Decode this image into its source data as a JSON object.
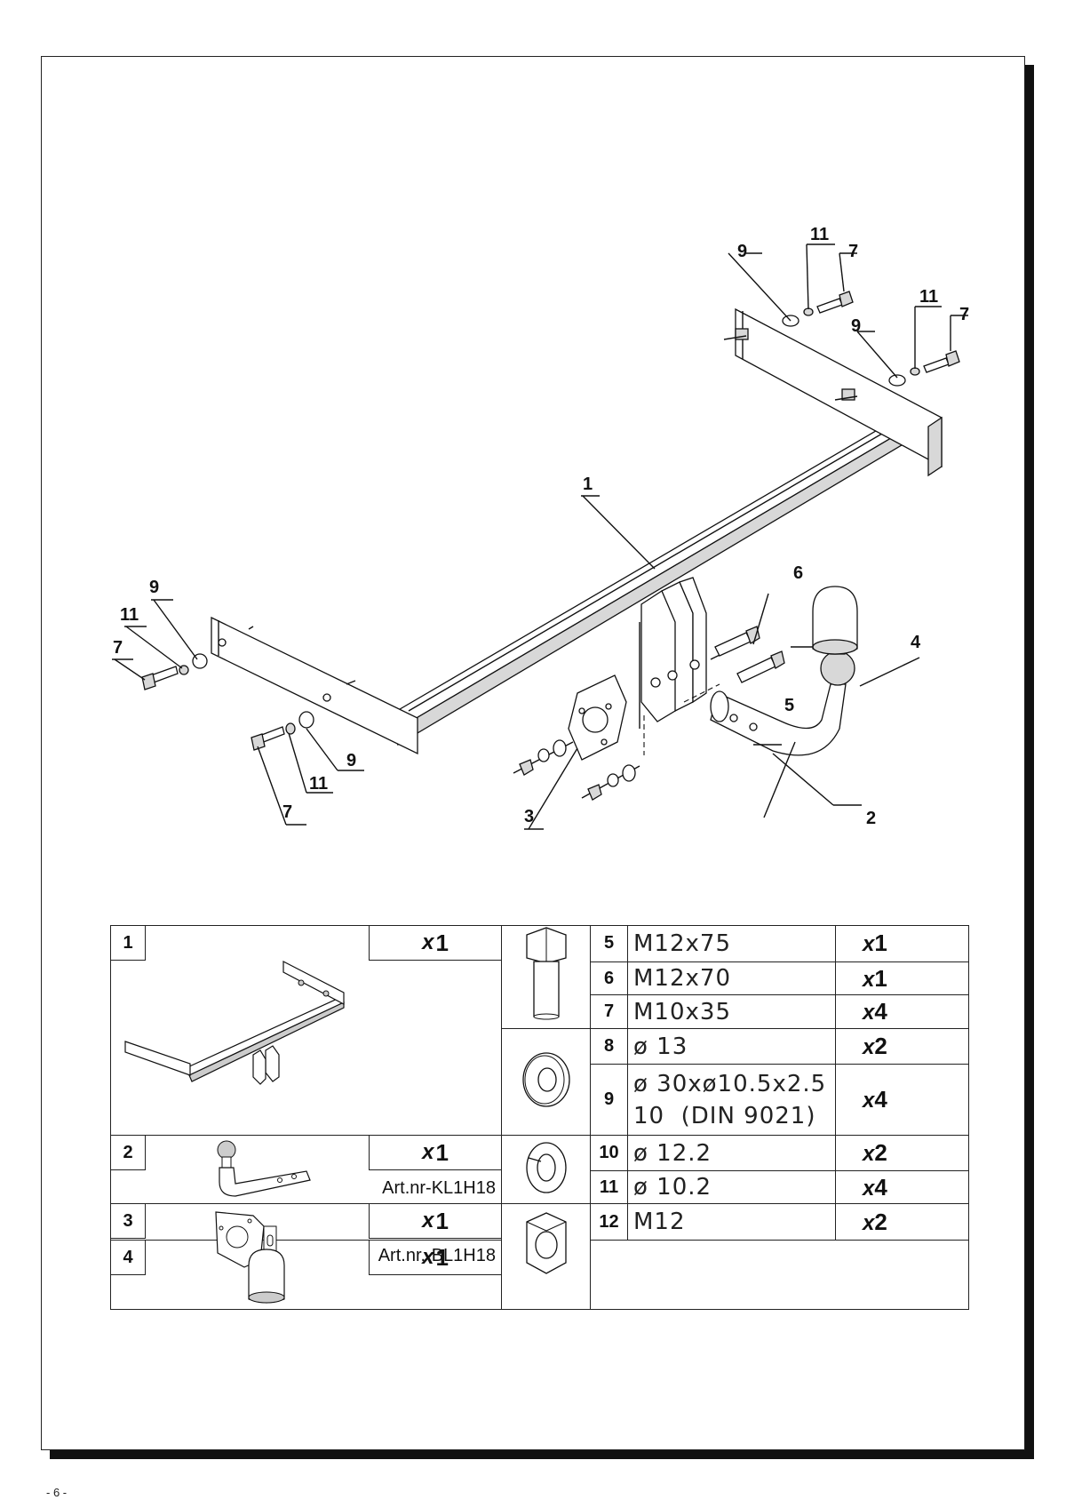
{
  "callouts": {
    "c1": "1",
    "c2": "2",
    "c3": "3",
    "c4": "4",
    "c5": "5",
    "c6": "6",
    "c7a": "7",
    "c7b": "7",
    "c7c": "7",
    "c7d": "7",
    "c9a": "9",
    "c9b": "9",
    "c9c": "9",
    "c9d": "9",
    "c11a": "11",
    "c11b": "11",
    "c11c": "11",
    "c11d": "11"
  },
  "left_items": [
    {
      "num": "1",
      "qty_x": "x",
      "qty_n": "1",
      "artnr": ""
    },
    {
      "num": "2",
      "qty_x": "x",
      "qty_n": "1",
      "artnr": "Art.nr-KL1H18"
    },
    {
      "num": "3",
      "qty_x": "x",
      "qty_n": "1",
      "artnr": "Art.nr.-BL1H18"
    },
    {
      "num": "4",
      "qty_x": "x",
      "qty_n": "1",
      "artnr": ""
    }
  ],
  "right_items": [
    {
      "num": "5",
      "desc": "M12x75",
      "qty_x": "x",
      "qty_n": "1"
    },
    {
      "num": "6",
      "desc": "M12x70",
      "qty_x": "x",
      "qty_n": "1"
    },
    {
      "num": "7",
      "desc": "M10x35",
      "qty_x": "x",
      "qty_n": "4"
    },
    {
      "num": "8",
      "desc": "ø 13",
      "qty_x": "x",
      "qty_n": "2"
    },
    {
      "num": "9",
      "desc": "ø 30xø10.5x2.5",
      "desc2": "10  (DIN 9021)",
      "qty_x": "x",
      "qty_n": "4"
    },
    {
      "num": "10",
      "desc": "ø 12.2",
      "qty_x": "x",
      "qty_n": "2"
    },
    {
      "num": "11",
      "desc": "ø 10.2",
      "qty_x": "x",
      "qty_n": "4"
    },
    {
      "num": "12",
      "desc": "M12",
      "qty_x": "x",
      "qty_n": "2"
    }
  ],
  "footer": {
    "page": "- 6 -"
  }
}
